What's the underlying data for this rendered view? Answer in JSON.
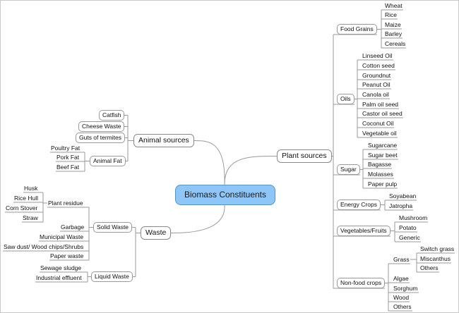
{
  "root": "Biomass Constituents",
  "main": {
    "plant_sources": "Plant sources",
    "animal_sources": "Animal sources",
    "waste": "Waste"
  },
  "plant": {
    "food_grains": {
      "label": "Food Grains",
      "items": [
        "Wheat",
        "Rice",
        "Maize",
        "Barley",
        "Cereals"
      ]
    },
    "oils": {
      "label": "Oils",
      "items": [
        "Linseed Oil",
        "Cotton seed",
        "Groundnut",
        "Peanut Oil",
        "Canola oil",
        "Palm oil seed",
        "Castor oil seed",
        "Coconut Oil",
        "Vegetable oil"
      ]
    },
    "sugar": {
      "label": "Sugar",
      "items": [
        "Sugarcane",
        "Sugar beet",
        "Bagasse",
        "Molasses",
        "Paper pulp"
      ]
    },
    "energy_crops": {
      "label": "Energy Crops",
      "items": [
        "Soyabean",
        "Jatropha"
      ]
    },
    "vegetables_fruits": {
      "label": "Vegetables/Fruits",
      "items": [
        "Mushroom",
        "Potato",
        "Generic"
      ]
    },
    "non_food_crops": {
      "label": "Non-food crops",
      "grass": {
        "label": "Grass",
        "items": [
          "Switch grass",
          "Miscanthus",
          "Others"
        ]
      },
      "items": [
        "Algae",
        "Sorghum",
        "Wood",
        "Others"
      ]
    }
  },
  "animal": {
    "direct": [
      "Catfish",
      "Cheese Waste",
      "Guts of termites"
    ],
    "animal_fat": {
      "label": "Animal Fat",
      "items": [
        "Poultry Fat",
        "Pork Fat",
        "Beef Fat"
      ]
    }
  },
  "waste": {
    "solid_waste": {
      "label": "Solid Waste",
      "plant_residue": {
        "label": "Plant residue",
        "items": [
          "Husk",
          "Rice Hull",
          "Corn Stover",
          "Straw"
        ]
      },
      "items": [
        "Garbage",
        "Municipal Waste",
        "Saw dust/ Wood chips/Shrubs",
        "Paper waste"
      ]
    },
    "liquid_waste": {
      "label": "Liquid Waste",
      "items": [
        "Sewage sludge",
        "Industrial effluent"
      ]
    }
  }
}
